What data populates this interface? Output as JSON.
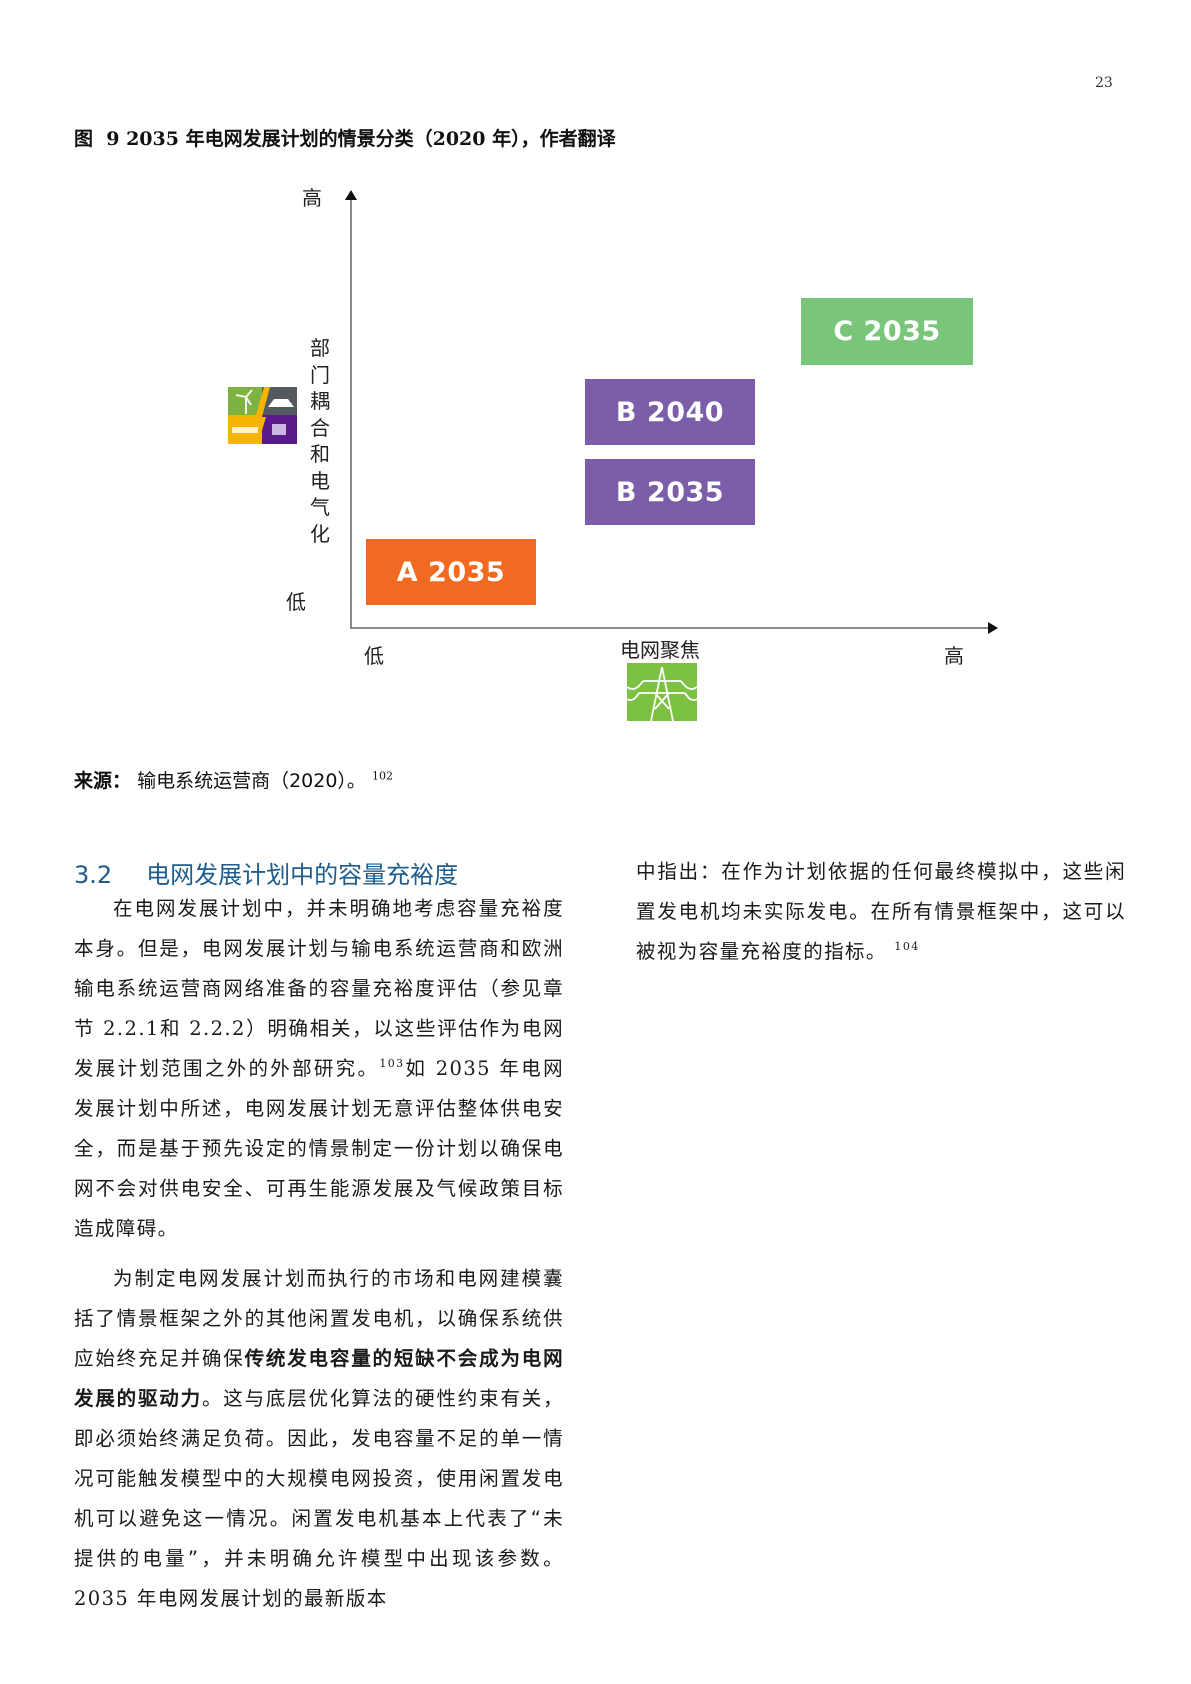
{
  "page": {
    "number": "23"
  },
  "figure": {
    "title_prefix": "图",
    "title_number": "9 2035",
    "title_text": "年电网发展计划的情景分类（",
    "title_year": "2020",
    "title_suffix": "年），作者翻译",
    "colors": {
      "A": "#f26a21",
      "B": "#7b5ea7",
      "C": "#79c67a",
      "axis": "#8a8a8a"
    }
  },
  "chart_data": {
    "type": "scatter",
    "title": "图 9 2035 年电网发展计划的情景分类（2020 年），作者翻译",
    "xlabel": "电网聚焦",
    "ylabel": "部门耦合和电气化",
    "x_ticks": [
      "低",
      "高"
    ],
    "y_ticks": [
      "低",
      "高"
    ],
    "xlim": [
      0,
      1
    ],
    "ylim": [
      0,
      1
    ],
    "grid": false,
    "legend": null,
    "points": [
      {
        "label": "A 2035",
        "x": 0.12,
        "y": 0.12,
        "color": "#f26a21"
      },
      {
        "label": "B 2035",
        "x": 0.45,
        "y": 0.3,
        "color": "#7b5ea7"
      },
      {
        "label": "B 2040",
        "x": 0.45,
        "y": 0.49,
        "color": "#7b5ea7"
      },
      {
        "label": "C 2035",
        "x": 0.8,
        "y": 0.68,
        "color": "#79c67a"
      }
    ],
    "icons": {
      "y_axis": "sector-coupling-icon",
      "x_axis": "power-pylon-icon"
    }
  },
  "axes": {
    "y_high": "高",
    "y_low": "低",
    "y_title_chars": [
      "部",
      "门",
      "耦",
      "合",
      "和",
      "电",
      "气",
      "化"
    ],
    "x_low": "低",
    "x_high": "高",
    "x_title": "电网聚焦"
  },
  "scenarios": {
    "a2035": "A 2035",
    "b2035": "B 2035",
    "b2040": "B 2040",
    "c2035": "C 2035"
  },
  "source": {
    "label": "来源：",
    "text": "输电系统运营商（2020）。",
    "footnote": "102"
  },
  "section": {
    "number": "3.2",
    "title": "电网发展计划中的容量充裕度"
  },
  "body": {
    "p1_a": "在电网发展计划中，并未明确地考虑容量充裕度本身。但是，电网发展计划与输电系统运营商和欧洲输电系统运营商网络准备的容量充裕度评估（参见章节 ",
    "p1_ref1": "2.2.1",
    "p1_mid": "和 ",
    "p1_ref2": "2.2.2",
    "p1_b": "）明确相关，以这些评估作为电网发展计划范围之外的外部研究。",
    "p1_fn": "103",
    "p1_c": "如 ",
    "p1_year": "2035",
    "p1_d": " 年电网发展计划中所述，电网发展计划无意评估整体供电安全，而是基于预先设定的情景制定一份计划以确保电网不会对供电安全、可再生能源发展及气候政策目标造成障碍。",
    "p2_a": "为制定电网发展计划而执行的市场和电网建模囊括了情景框架之外的其他闲置发电机，以确保系统供应始终充足并确保",
    "p2_bold": "传统发电容量的短缺不会成为电网发展的驱动力",
    "p2_b": "。这与底层优化算法的硬性约束有关，即必须始终满足负荷。因此，发电容量不足的单一情况可能触发模型中的大规模电网投资，使用闲置发电机可以避免这一情况。闲置发电机基本上代表了“未提供的电量”，并未明确允许模型中出现该参数。",
    "p2_year": "2035",
    "p2_c": " 年电网发展计划的最新版本",
    "p3_a": "中指出：在作为计划依据的任何最终模拟中，这些闲置发电机均未实际发电。在所有情景框架中，这可以被视为容量充裕度的指标。",
    "p3_fn": "104"
  }
}
